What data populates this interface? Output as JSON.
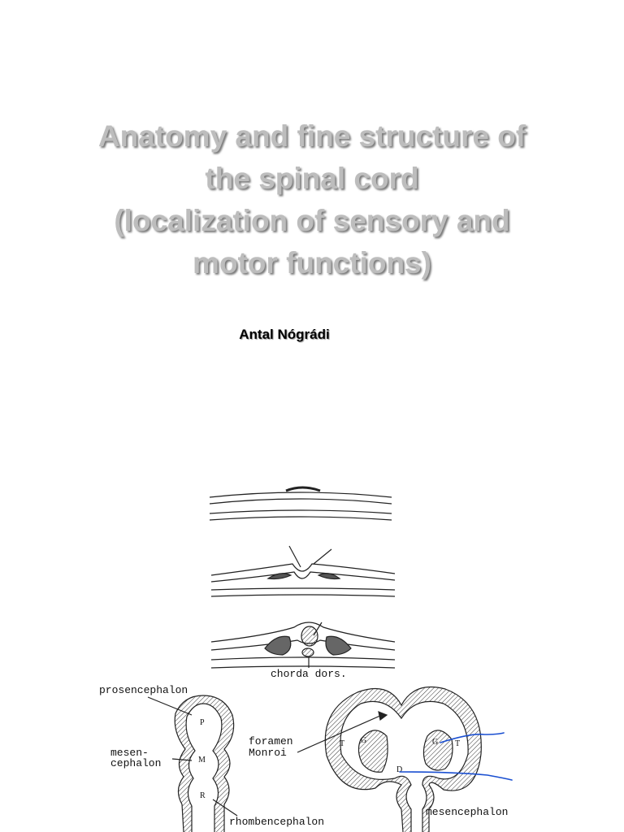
{
  "slide": {
    "title_lines": [
      "Anatomy and fine structure of",
      "the spinal cord",
      "(localization of sensory and",
      "motor functions)"
    ],
    "author": "Antal Nógrádi"
  },
  "figure": {
    "labels": {
      "chorda": "chorda dors.",
      "prosencephalon": "prosencephalon",
      "mesen1": "mesen-",
      "mesen2": "cephalon",
      "rhombencephalon": "rhombencephalon",
      "foramen1": "foramen",
      "foramen2": "Monroi",
      "mesencephalon": "mesencephalon",
      "P": "P",
      "M": "M",
      "R": "R",
      "T_left": "T",
      "G_left": "G",
      "G_right": "G",
      "T_right": "T",
      "D": "D"
    },
    "colors": {
      "annotation_ink": "#1a4fd1",
      "text_title": "#bdbdbd"
    }
  }
}
